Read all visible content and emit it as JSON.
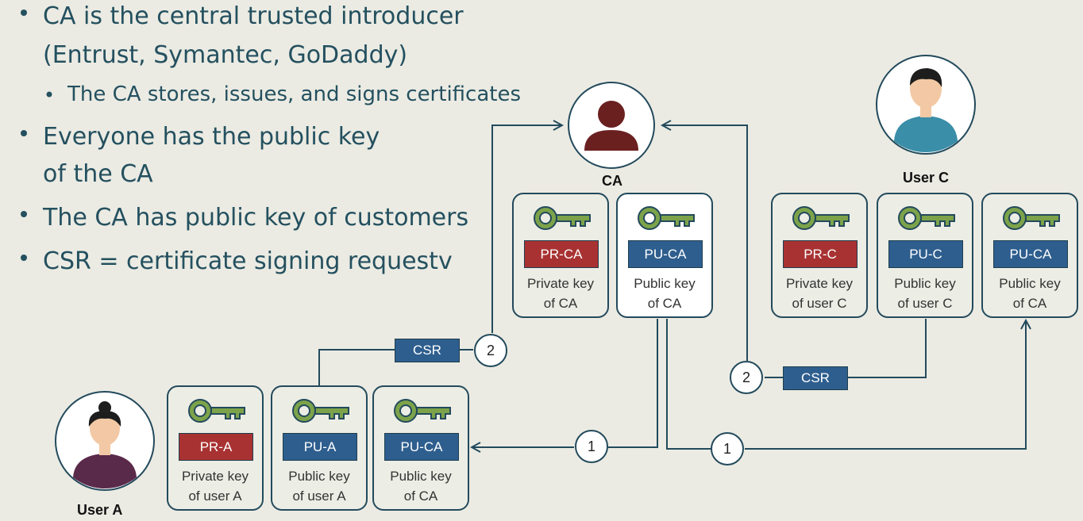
{
  "bullets": {
    "b1_line1": "CA is the central trusted introducer",
    "b1_line2": "(Entrust, Symantec, GoDaddy)",
    "sub1": "The CA stores, issues, and signs certificates",
    "b2_line1": "Everyone has the public key",
    "b2_line2": "of the CA",
    "b3": "The CA has public key of customers",
    "b4": "CSR = certificate signing requestv"
  },
  "actors": {
    "ca": "CA",
    "user_c": "User C",
    "user_a": "User A"
  },
  "keys": {
    "ca_private": {
      "tag": "PR-CA",
      "line1": "Private key",
      "line2": "of CA"
    },
    "ca_public": {
      "tag": "PU-CA",
      "line1": "Public key",
      "line2": "of CA"
    },
    "c_private": {
      "tag": "PR-C",
      "line1": "Private key",
      "line2": "of user C"
    },
    "c_public": {
      "tag": "PU-C",
      "line1": "Public key",
      "line2": "of user C"
    },
    "c_ca_public": {
      "tag": "PU-CA",
      "line1": "Public key",
      "line2": "of CA"
    },
    "a_private": {
      "tag": "PR-A",
      "line1": "Private key",
      "line2": "of user A"
    },
    "a_public": {
      "tag": "PU-A",
      "line1": "Public key",
      "line2": "of user A"
    },
    "a_ca_public": {
      "tag": "PU-CA",
      "line1": "Public key",
      "line2": "of CA"
    }
  },
  "flows": {
    "csr_label": "CSR",
    "step_csr": "2",
    "step_distribute": "1"
  },
  "colors": {
    "text_blue": "#24505f",
    "outline": "#234a5c",
    "private_red": "#a83232",
    "public_blue": "#2e5e8e",
    "key_green": "#7da34a",
    "ca_avatar": "#6b2020",
    "user_c_shirt": "#3a8ea8",
    "user_a_shirt": "#5a2a4a"
  }
}
